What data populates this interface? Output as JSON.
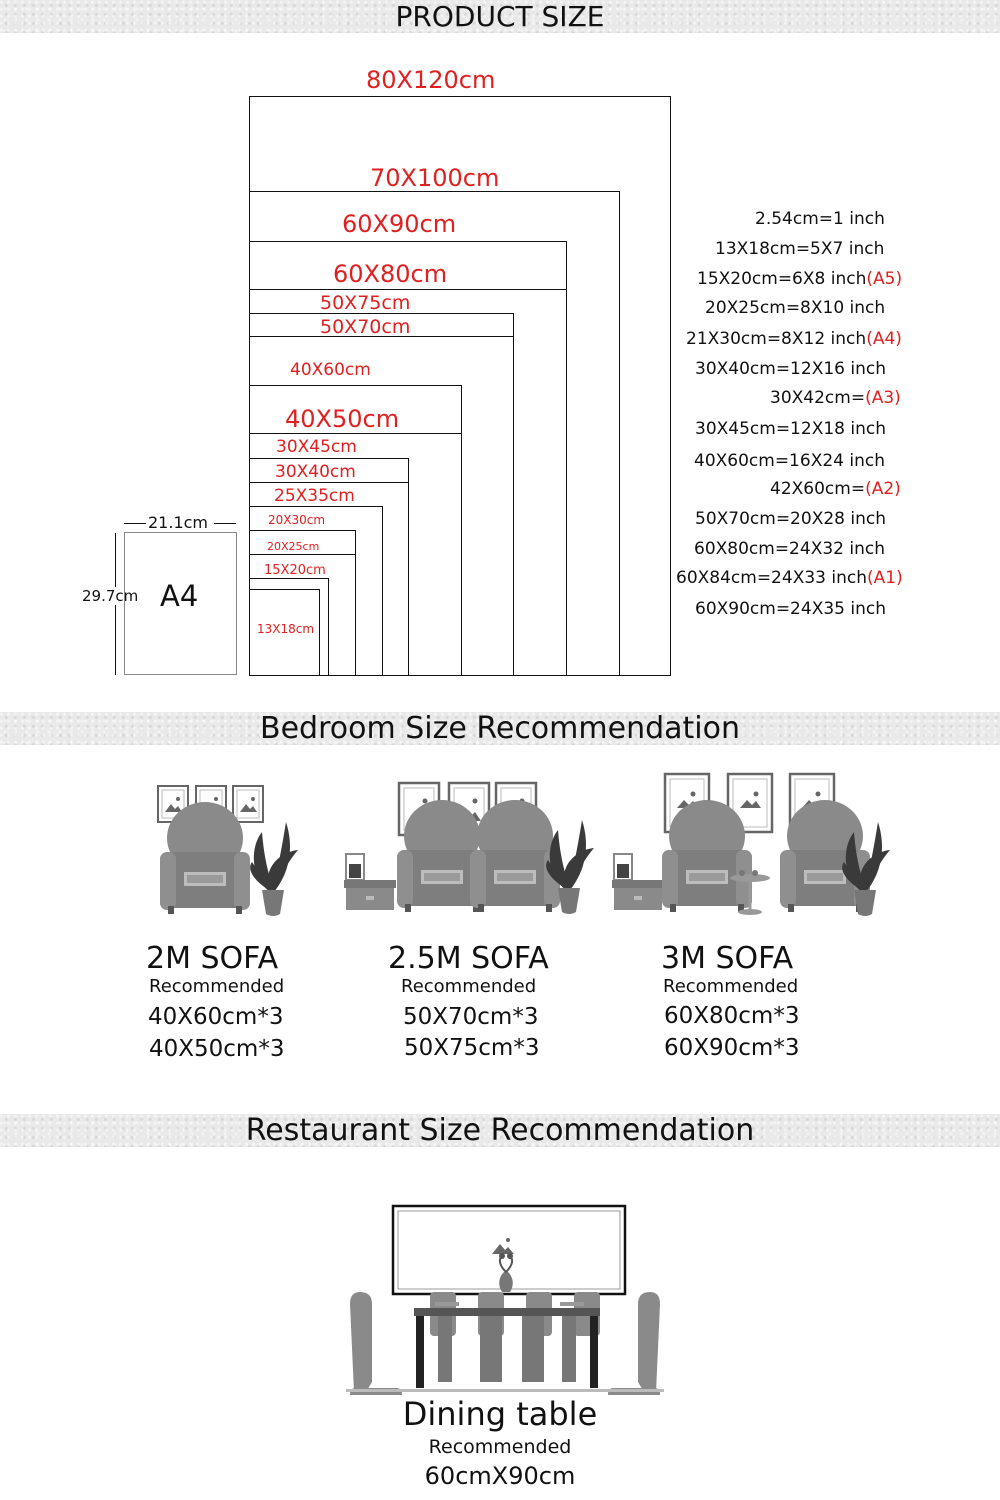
{
  "sections": {
    "product_size": "PRODUCT SIZE",
    "bedroom": "Bedroom Size Recommendation",
    "restaurant": "Restaurant Size Recommendation"
  },
  "size_labels": [
    "80X120cm",
    "70X100cm",
    "60X90cm",
    "60X80cm",
    "50X75cm",
    "50X70cm",
    "40X60cm",
    "40X50cm",
    "30X45cm",
    "30X40cm",
    "25X35cm",
    "20X30cm",
    "20X25cm",
    "15X20cm",
    "13X18cm"
  ],
  "a4": {
    "label": "A4",
    "width": "21.1cm",
    "height": "29.7cm"
  },
  "conversions": [
    {
      "text": "2.54cm=1 inch",
      "tag": ""
    },
    {
      "text": "13X18cm=5X7 inch",
      "tag": ""
    },
    {
      "text": "15X20cm=6X8 inch",
      "tag": "(A5)"
    },
    {
      "text": "20X25cm=8X10 inch",
      "tag": ""
    },
    {
      "text": "21X30cm=8X12 inch",
      "tag": "(A4)"
    },
    {
      "text": "30X40cm=12X16 inch",
      "tag": ""
    },
    {
      "text": "30X42cm=",
      "tag": "(A3)"
    },
    {
      "text": "30X45cm=12X18 inch",
      "tag": ""
    },
    {
      "text": "40X60cm=16X24 inch",
      "tag": ""
    },
    {
      "text": "42X60cm=",
      "tag": "(A2)"
    },
    {
      "text": "50X70cm=20X28 inch",
      "tag": ""
    },
    {
      "text": "60X80cm=24X32 inch",
      "tag": ""
    },
    {
      "text": "60X84cm=24X33 inch",
      "tag": "(A1)"
    },
    {
      "text": "60X90cm=24X35 inch",
      "tag": ""
    }
  ],
  "sofas": [
    {
      "title": "2M SOFA",
      "rec": "Recommended",
      "sizes": [
        "40X60cm*3",
        "40X50cm*3"
      ]
    },
    {
      "title": "2.5M SOFA",
      "rec": "Recommended",
      "sizes": [
        "50X70cm*3",
        "50X75cm*3"
      ]
    },
    {
      "title": "3M SOFA",
      "rec": "Recommended",
      "sizes": [
        "60X80cm*3",
        "60X90cm*3"
      ]
    }
  ],
  "dining": {
    "title": "Dining table",
    "rec": "Recommended",
    "size": "60cmX90cm"
  },
  "icons": [
    "picture-frame-icon",
    "armchair-icon",
    "potted-plant-icon",
    "side-table-icon",
    "dining-chair-icon",
    "dining-table-icon",
    "vase-icon"
  ],
  "colors": {
    "accent": "#e02020",
    "gray": "#8a8a8a",
    "dark": "#3a3a3a"
  }
}
